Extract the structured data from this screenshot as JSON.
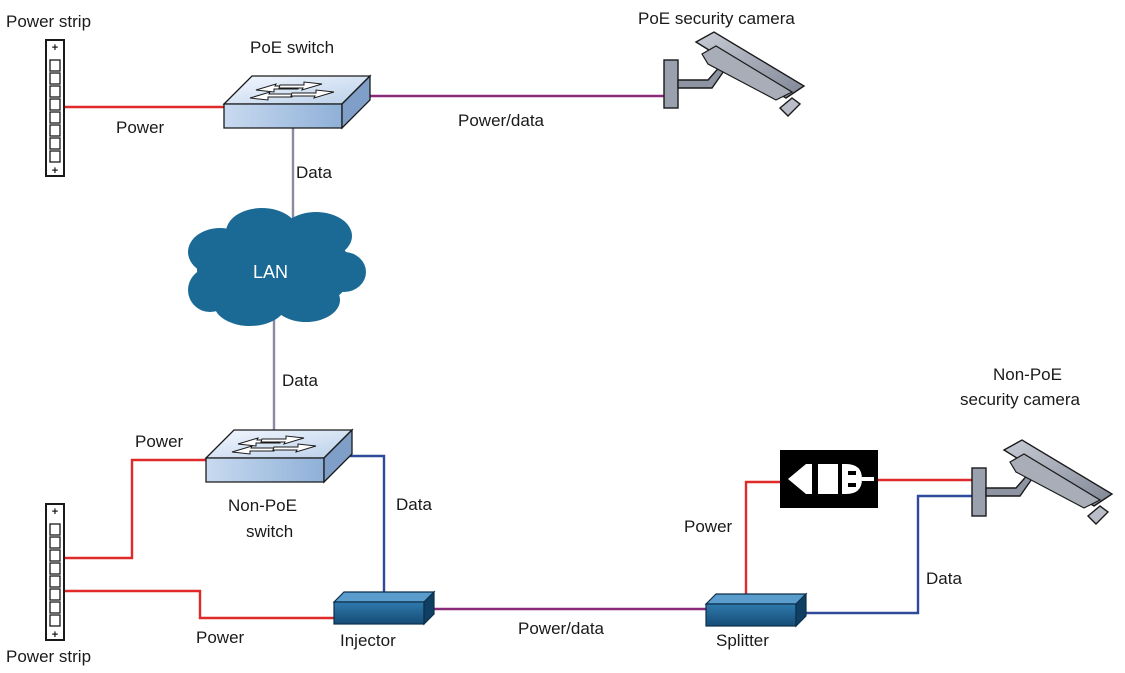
{
  "colors": {
    "power": "#e02a2a",
    "data": "#2f4a9a",
    "power_data": "#8b2a7a",
    "data_gray": "#8a8aa0",
    "lan_cloud": "#1b6a96",
    "device_blue": "#1c5d8c"
  },
  "labels": {
    "power_strip_top": "Power strip",
    "poe_switch": "PoE switch",
    "poe_camera": "PoE security camera",
    "power_top": "Power",
    "power_data_top": "Power/data",
    "data_top": "Data",
    "lan": "LAN",
    "data_mid": "Data",
    "power_left": "Power",
    "non_poe_switch_line1": "Non-PoE",
    "non_poe_switch_line2": "switch",
    "data_switch_right": "Data",
    "power_strip_bottom": "Power strip",
    "power_bottom": "Power",
    "injector": "Injector",
    "power_data_bottom": "Power/data",
    "splitter": "Splitter",
    "power_splitter": "Power",
    "non_poe_camera_line1": "Non-PoE",
    "non_poe_camera_line2": "security camera",
    "data_camera": "Data"
  },
  "icons": {
    "power_strip": "power-strip-icon",
    "switch": "network-switch-icon",
    "camera": "security-camera-icon",
    "cloud": "lan-cloud-icon",
    "inline_box": "poe-box-icon",
    "plug": "power-plug-icon"
  }
}
